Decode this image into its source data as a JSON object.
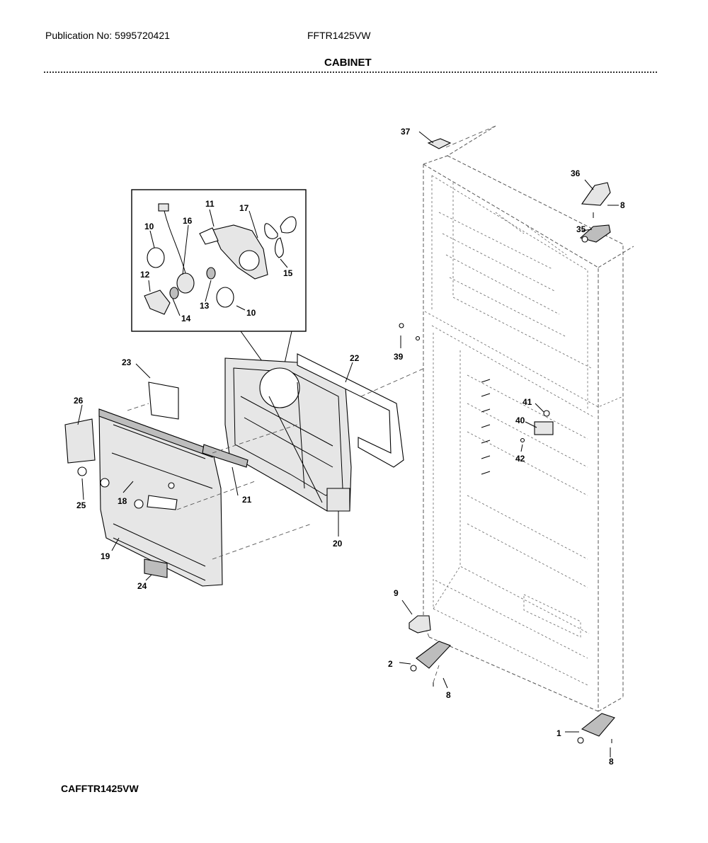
{
  "header": {
    "publication": "Publication No: 5995720421",
    "model": "FFTR1425VW",
    "section_title": "CABINET"
  },
  "footer": {
    "diagram_code": "CAFFTR1425VW"
  },
  "callouts": [
    "37",
    "36",
    "8",
    "35",
    "11",
    "17",
    "16",
    "10",
    "15",
    "12",
    "13",
    "14",
    "10",
    "39",
    "23",
    "22",
    "26",
    "41",
    "40",
    "42",
    "25",
    "18",
    "21",
    "19",
    "20",
    "24",
    "9",
    "2",
    "8",
    "1",
    "8"
  ]
}
